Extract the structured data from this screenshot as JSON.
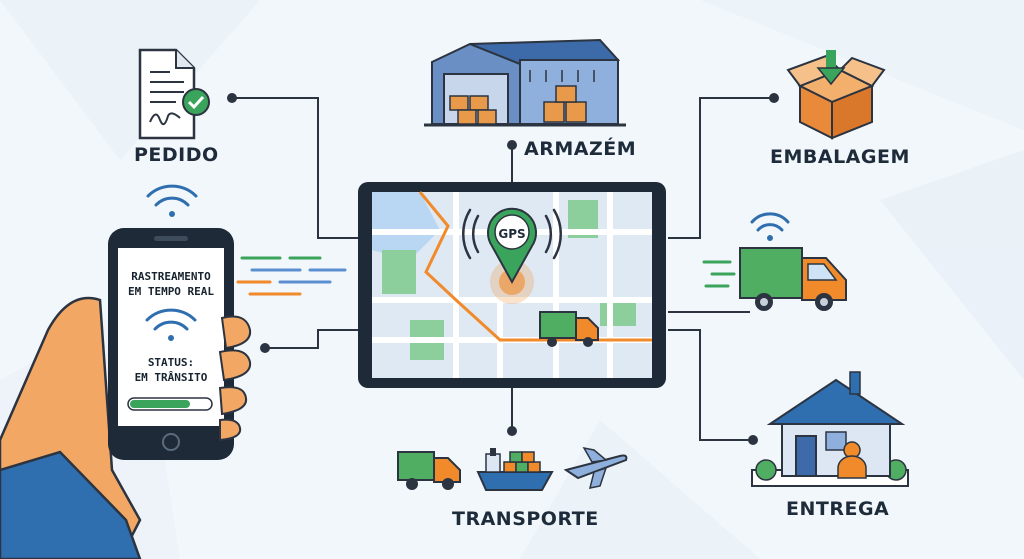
{
  "nodes": {
    "pedido": "PEDIDO",
    "armazem": "ARMAZÉM",
    "embalagem": "EMBALAGEM",
    "transporte": "TRANSPORTE",
    "entrega": "ENTREGA"
  },
  "phone": {
    "line1": "RASTREAMENTO",
    "line2": "EM TEMPO REAL",
    "status_line1": "STATUS:",
    "status_line2": "EM TRÂNSITO",
    "progress": 0.75
  },
  "tablet": {
    "gps_label": "GPS"
  },
  "icons": [
    "document-check-icon",
    "warehouse-icon",
    "box-icon",
    "truck-icon",
    "house-icon",
    "ship-icon",
    "airplane-icon",
    "wifi-icon",
    "gps-pin-icon"
  ],
  "colors": {
    "accent_blue": "#2f6fb0",
    "accent_green": "#3aa45c",
    "accent_orange": "#f08a2a",
    "line": "#2b3440"
  }
}
